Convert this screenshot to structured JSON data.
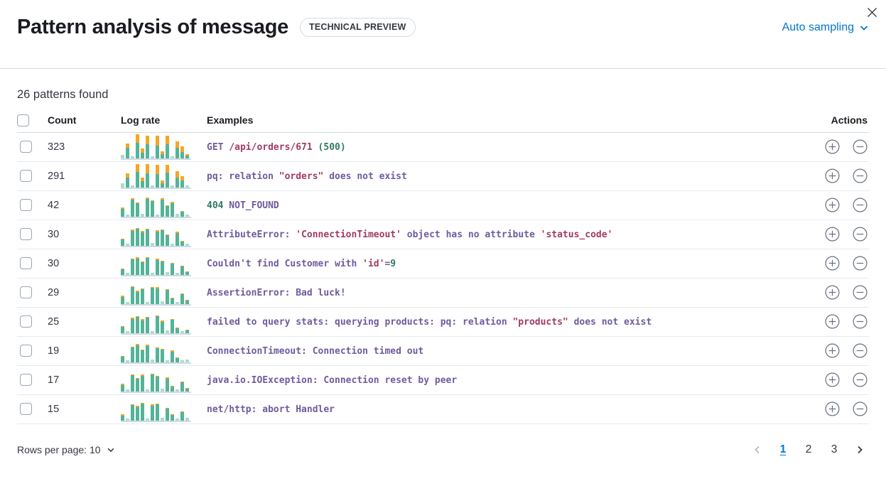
{
  "header": {
    "title": "Pattern analysis of message",
    "badge": "TECHNICAL PREVIEW",
    "sampling_label": "Auto sampling"
  },
  "summary": "26 patterns found",
  "table": {
    "columns": {
      "count": "Count",
      "log_rate": "Log rate",
      "examples": "Examples",
      "actions": "Actions"
    },
    "rows": [
      {
        "count": "323",
        "example": [
          {
            "t": "GET ",
            "c": "p"
          },
          {
            "t": "/api/orders/671",
            "c": "r"
          },
          {
            "t": " ",
            "c": "p"
          },
          {
            "t": "(500)",
            "c": "g"
          }
        ],
        "bars": [
          [
            5,
            0,
            1
          ],
          [
            15,
            6
          ],
          [
            3,
            0,
            1
          ],
          [
            22,
            12
          ],
          [
            8,
            6
          ],
          [
            20,
            12
          ],
          [
            3,
            0,
            1
          ],
          [
            18,
            14
          ],
          [
            6,
            4
          ],
          [
            20,
            12
          ],
          [
            3,
            0,
            1
          ],
          [
            15,
            9
          ],
          [
            9,
            8
          ],
          [
            4,
            2
          ]
        ]
      },
      {
        "count": "291",
        "example": [
          {
            "t": "pq: relation ",
            "c": "p"
          },
          {
            "t": "\"orders\"",
            "c": "r"
          },
          {
            "t": " does not exist",
            "c": "p"
          }
        ],
        "bars": [
          [
            6,
            0,
            1
          ],
          [
            14,
            6
          ],
          [
            3,
            0,
            1
          ],
          [
            22,
            11
          ],
          [
            9,
            5
          ],
          [
            20,
            13
          ],
          [
            3,
            0,
            1
          ],
          [
            19,
            13
          ],
          [
            6,
            4
          ],
          [
            21,
            11
          ],
          [
            3,
            0,
            1
          ],
          [
            14,
            9
          ],
          [
            10,
            6
          ],
          [
            3,
            0,
            1
          ]
        ]
      },
      {
        "count": "42",
        "example": [
          {
            "t": "404",
            "c": "g"
          },
          {
            "t": " NOT_FOUND",
            "c": "p"
          }
        ],
        "bars": [
          [
            11,
            2
          ],
          [
            3,
            0,
            1
          ],
          [
            24,
            2
          ],
          [
            19,
            1
          ],
          [
            4,
            0,
            1
          ],
          [
            25,
            2
          ],
          [
            22,
            1
          ],
          [
            3,
            0,
            1
          ],
          [
            24,
            2
          ],
          [
            15,
            1
          ],
          [
            19,
            2
          ],
          [
            4,
            0,
            1
          ],
          [
            7,
            1
          ],
          [
            3,
            0,
            1
          ]
        ]
      },
      {
        "count": "30",
        "example": [
          {
            "t": "AttributeError: ",
            "c": "p"
          },
          {
            "t": "'ConnectionTimeout'",
            "c": "r"
          },
          {
            "t": " object has no attribute ",
            "c": "p"
          },
          {
            "t": "'status_code'",
            "c": "r"
          }
        ],
        "bars": [
          [
            9,
            1
          ],
          [
            3,
            0,
            1
          ],
          [
            21,
            2
          ],
          [
            24,
            1
          ],
          [
            19,
            2
          ],
          [
            23,
            1
          ],
          [
            4,
            0,
            1
          ],
          [
            20,
            2
          ],
          [
            22,
            1
          ],
          [
            15,
            1
          ],
          [
            3,
            0,
            1
          ],
          [
            18,
            2
          ],
          [
            6,
            1
          ],
          [
            3,
            0,
            1
          ]
        ]
      },
      {
        "count": "30",
        "example": [
          {
            "t": "Couldn't find Customer with ",
            "c": "p"
          },
          {
            "t": "'id'",
            "c": "r"
          },
          {
            "t": "=",
            "c": "p"
          },
          {
            "t": "9",
            "c": "g"
          }
        ],
        "bars": [
          [
            8,
            1
          ],
          [
            3,
            0,
            1
          ],
          [
            22,
            1
          ],
          [
            23,
            2
          ],
          [
            18,
            1
          ],
          [
            24,
            1
          ],
          [
            3,
            0,
            1
          ],
          [
            21,
            2
          ],
          [
            19,
            1
          ],
          [
            4,
            0,
            1
          ],
          [
            16,
            1
          ],
          [
            3,
            0,
            1
          ],
          [
            12,
            1
          ],
          [
            4,
            1
          ]
        ]
      },
      {
        "count": "29",
        "example": [
          {
            "t": "AssertionError: Bad luck!",
            "c": "p"
          }
        ],
        "bars": [
          [
            10,
            2
          ],
          [
            3,
            0,
            1
          ],
          [
            24,
            1
          ],
          [
            17,
            2
          ],
          [
            21,
            1
          ],
          [
            3,
            0,
            1
          ],
          [
            23,
            1
          ],
          [
            22,
            2
          ],
          [
            4,
            0,
            1
          ],
          [
            20,
            1
          ],
          [
            8,
            1
          ],
          [
            3,
            0,
            1
          ],
          [
            14,
            1
          ],
          [
            5,
            1
          ]
        ]
      },
      {
        "count": "25",
        "example": [
          {
            "t": "failed to query stats: querying products: pq: relation ",
            "c": "p"
          },
          {
            "t": "\"products\"",
            "c": "r"
          },
          {
            "t": " does not exist",
            "c": "p"
          }
        ],
        "bars": [
          [
            9,
            1
          ],
          [
            3,
            0,
            1
          ],
          [
            20,
            2
          ],
          [
            23,
            1
          ],
          [
            18,
            2
          ],
          [
            22,
            1
          ],
          [
            3,
            0,
            1
          ],
          [
            24,
            1
          ],
          [
            16,
            2
          ],
          [
            4,
            0,
            1
          ],
          [
            19,
            1
          ],
          [
            7,
            1
          ],
          [
            3,
            0,
            1
          ],
          [
            4,
            1
          ]
        ]
      },
      {
        "count": "19",
        "example": [
          {
            "t": "ConnectionTimeout: Connection timed out",
            "c": "p"
          }
        ],
        "bars": [
          [
            8,
            1
          ],
          [
            3,
            0,
            1
          ],
          [
            21,
            1
          ],
          [
            24,
            2
          ],
          [
            17,
            1
          ],
          [
            23,
            2
          ],
          [
            4,
            0,
            1
          ],
          [
            20,
            1
          ],
          [
            18,
            1
          ],
          [
            3,
            0,
            1
          ],
          [
            15,
            2
          ],
          [
            6,
            1
          ],
          [
            3,
            0,
            1
          ],
          [
            4,
            0,
            1
          ]
        ]
      },
      {
        "count": "17",
        "example": [
          {
            "t": "java.io.IOException: Connection reset by peer",
            "c": "p"
          }
        ],
        "bars": [
          [
            9,
            2
          ],
          [
            3,
            0,
            1
          ],
          [
            23,
            1
          ],
          [
            18,
            1
          ],
          [
            22,
            2
          ],
          [
            3,
            0,
            1
          ],
          [
            24,
            1
          ],
          [
            21,
            1
          ],
          [
            4,
            0,
            1
          ],
          [
            18,
            2
          ],
          [
            7,
            1
          ],
          [
            3,
            0,
            1
          ],
          [
            13,
            1
          ],
          [
            4,
            1
          ]
        ]
      },
      {
        "count": "15",
        "example": [
          {
            "t": "net/http: abort Handler",
            "c": "p"
          }
        ],
        "bars": [
          [
            7,
            2
          ],
          [
            3,
            0,
            1
          ],
          [
            22,
            1
          ],
          [
            19,
            2
          ],
          [
            24,
            1
          ],
          [
            3,
            0,
            1
          ],
          [
            21,
            2
          ],
          [
            23,
            1
          ],
          [
            4,
            0,
            1
          ],
          [
            17,
            1
          ],
          [
            8,
            1
          ],
          [
            3,
            0,
            1
          ],
          [
            12,
            1
          ],
          [
            4,
            0,
            1
          ]
        ]
      }
    ]
  },
  "footer": {
    "rows_per_page": "Rows per page: 10",
    "pagination": {
      "pages": [
        "1",
        "2",
        "3"
      ],
      "current": "1",
      "prev_disabled": true
    }
  },
  "colors": {
    "accent_blue": "#0077cc",
    "bar_teal": "#54b399",
    "bar_teal_light": "#aadcca",
    "bar_orange": "#f5a623",
    "token": {
      "p": "#6f5b9e",
      "r": "#a23a63",
      "g": "#327a60"
    },
    "disabled_gray": "#b2bac6",
    "icon_gray": "#69707d"
  }
}
